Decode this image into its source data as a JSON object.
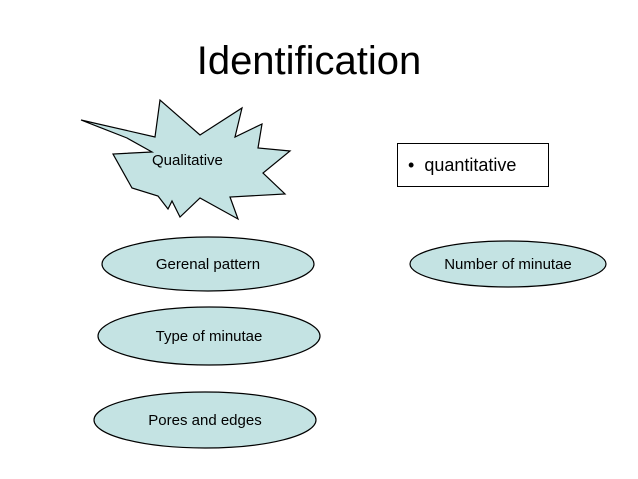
{
  "title": "Identification",
  "qualitative": {
    "label": "Qualitative",
    "items": [
      "Gerenal pattern",
      "Type of minutae",
      "Pores and edges"
    ]
  },
  "quantitative": {
    "bullet": "•",
    "label": "quantitative",
    "items": [
      "Number of minutae"
    ]
  },
  "colors": {
    "shape_fill": "#c4e3e3",
    "outline": "#000000"
  }
}
